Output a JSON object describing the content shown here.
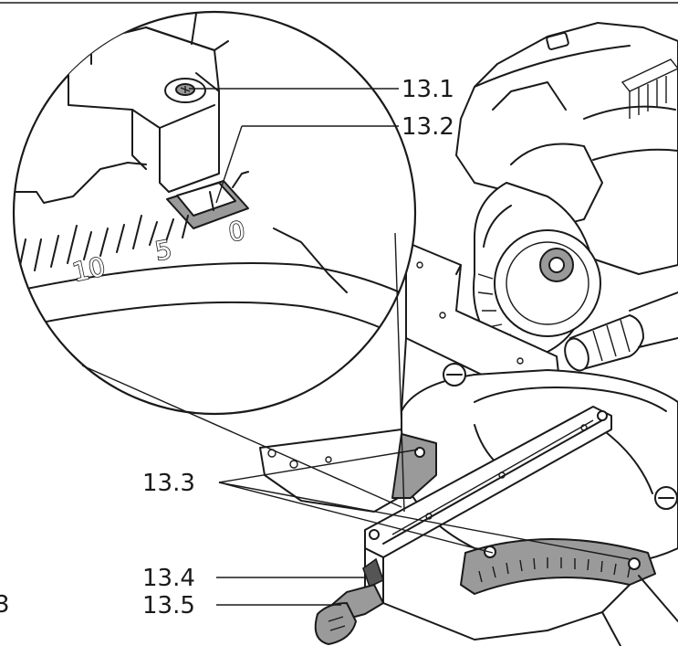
{
  "callouts": [
    {
      "id": "13.1",
      "label": "13.1"
    },
    {
      "id": "13.2",
      "label": "13.2"
    },
    {
      "id": "13.3",
      "label": "13.3"
    },
    {
      "id": "13.4",
      "label": "13.4"
    },
    {
      "id": "13.5",
      "label": "13.5"
    }
  ],
  "magnifier_scale": {
    "labels": [
      "10",
      "5",
      "0"
    ]
  },
  "page_mark": "3",
  "colors": {
    "line": "#1a1a1a",
    "shading": "#9a9a9a",
    "background": "#ffffff"
  }
}
